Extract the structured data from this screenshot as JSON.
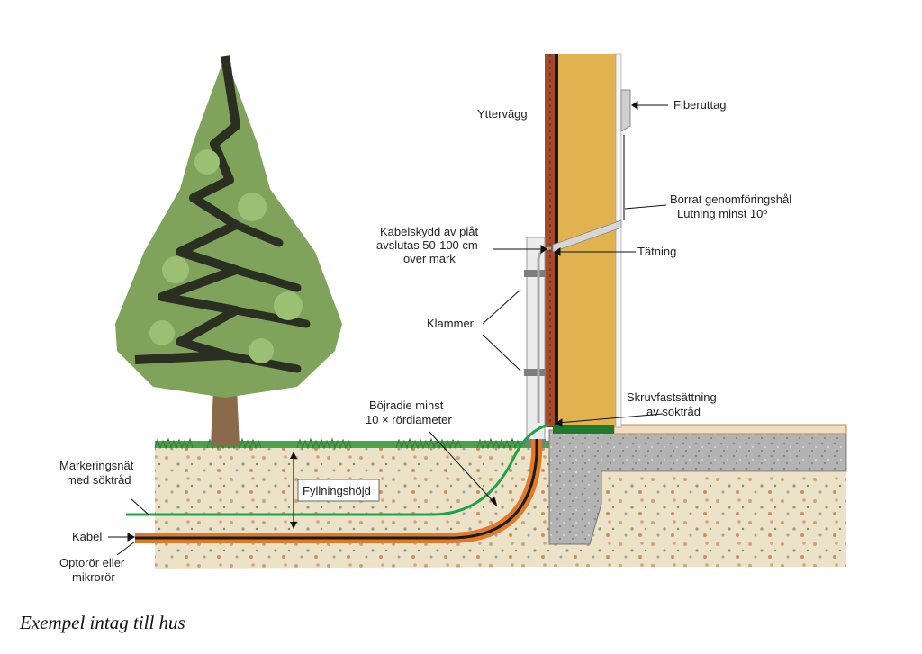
{
  "diagram": {
    "labels": {
      "yttervagg": "Yttervägg",
      "fiberuttag": "Fiberuttag",
      "borrat_line1": "Borrat genomföringshål",
      "borrat_line2": "Lutning minst 10º",
      "kabelskydd_line1": "Kabelskydd av plåt",
      "kabelskydd_line2": "avslutas 50-100 cm",
      "kabelskydd_line3": "över mark",
      "tatning": "Tätning",
      "klammer": "Klammer",
      "bojradie_line1": "Böjradie minst",
      "bojradie_line2": "10 × rördiameter",
      "skruv_line1": "Skruvfastsättning",
      "skruv_line2": "av söktråd",
      "markering_line1": "Markeringsnät",
      "markering_line2": "med söktråd",
      "fyllningshojd": "Fyllningshöjd",
      "kabel": "Kabel",
      "optoror_line1": "Optorör eller",
      "optoror_line2": "mikrorör"
    },
    "caption": "Exempel intag till hus"
  },
  "colors": {
    "wall_fill": "#e0b350",
    "brick": "#a44a2c",
    "soil": "#e8dcc0",
    "concrete": "#b4b4b4",
    "grass": "#3f9a3f",
    "green_wire": "#1ea34a",
    "orange_tube": "#e07a26",
    "cable": "#1a1a1a",
    "tree_dark": "#2b2f22",
    "tree_green": "#7fa35b"
  }
}
